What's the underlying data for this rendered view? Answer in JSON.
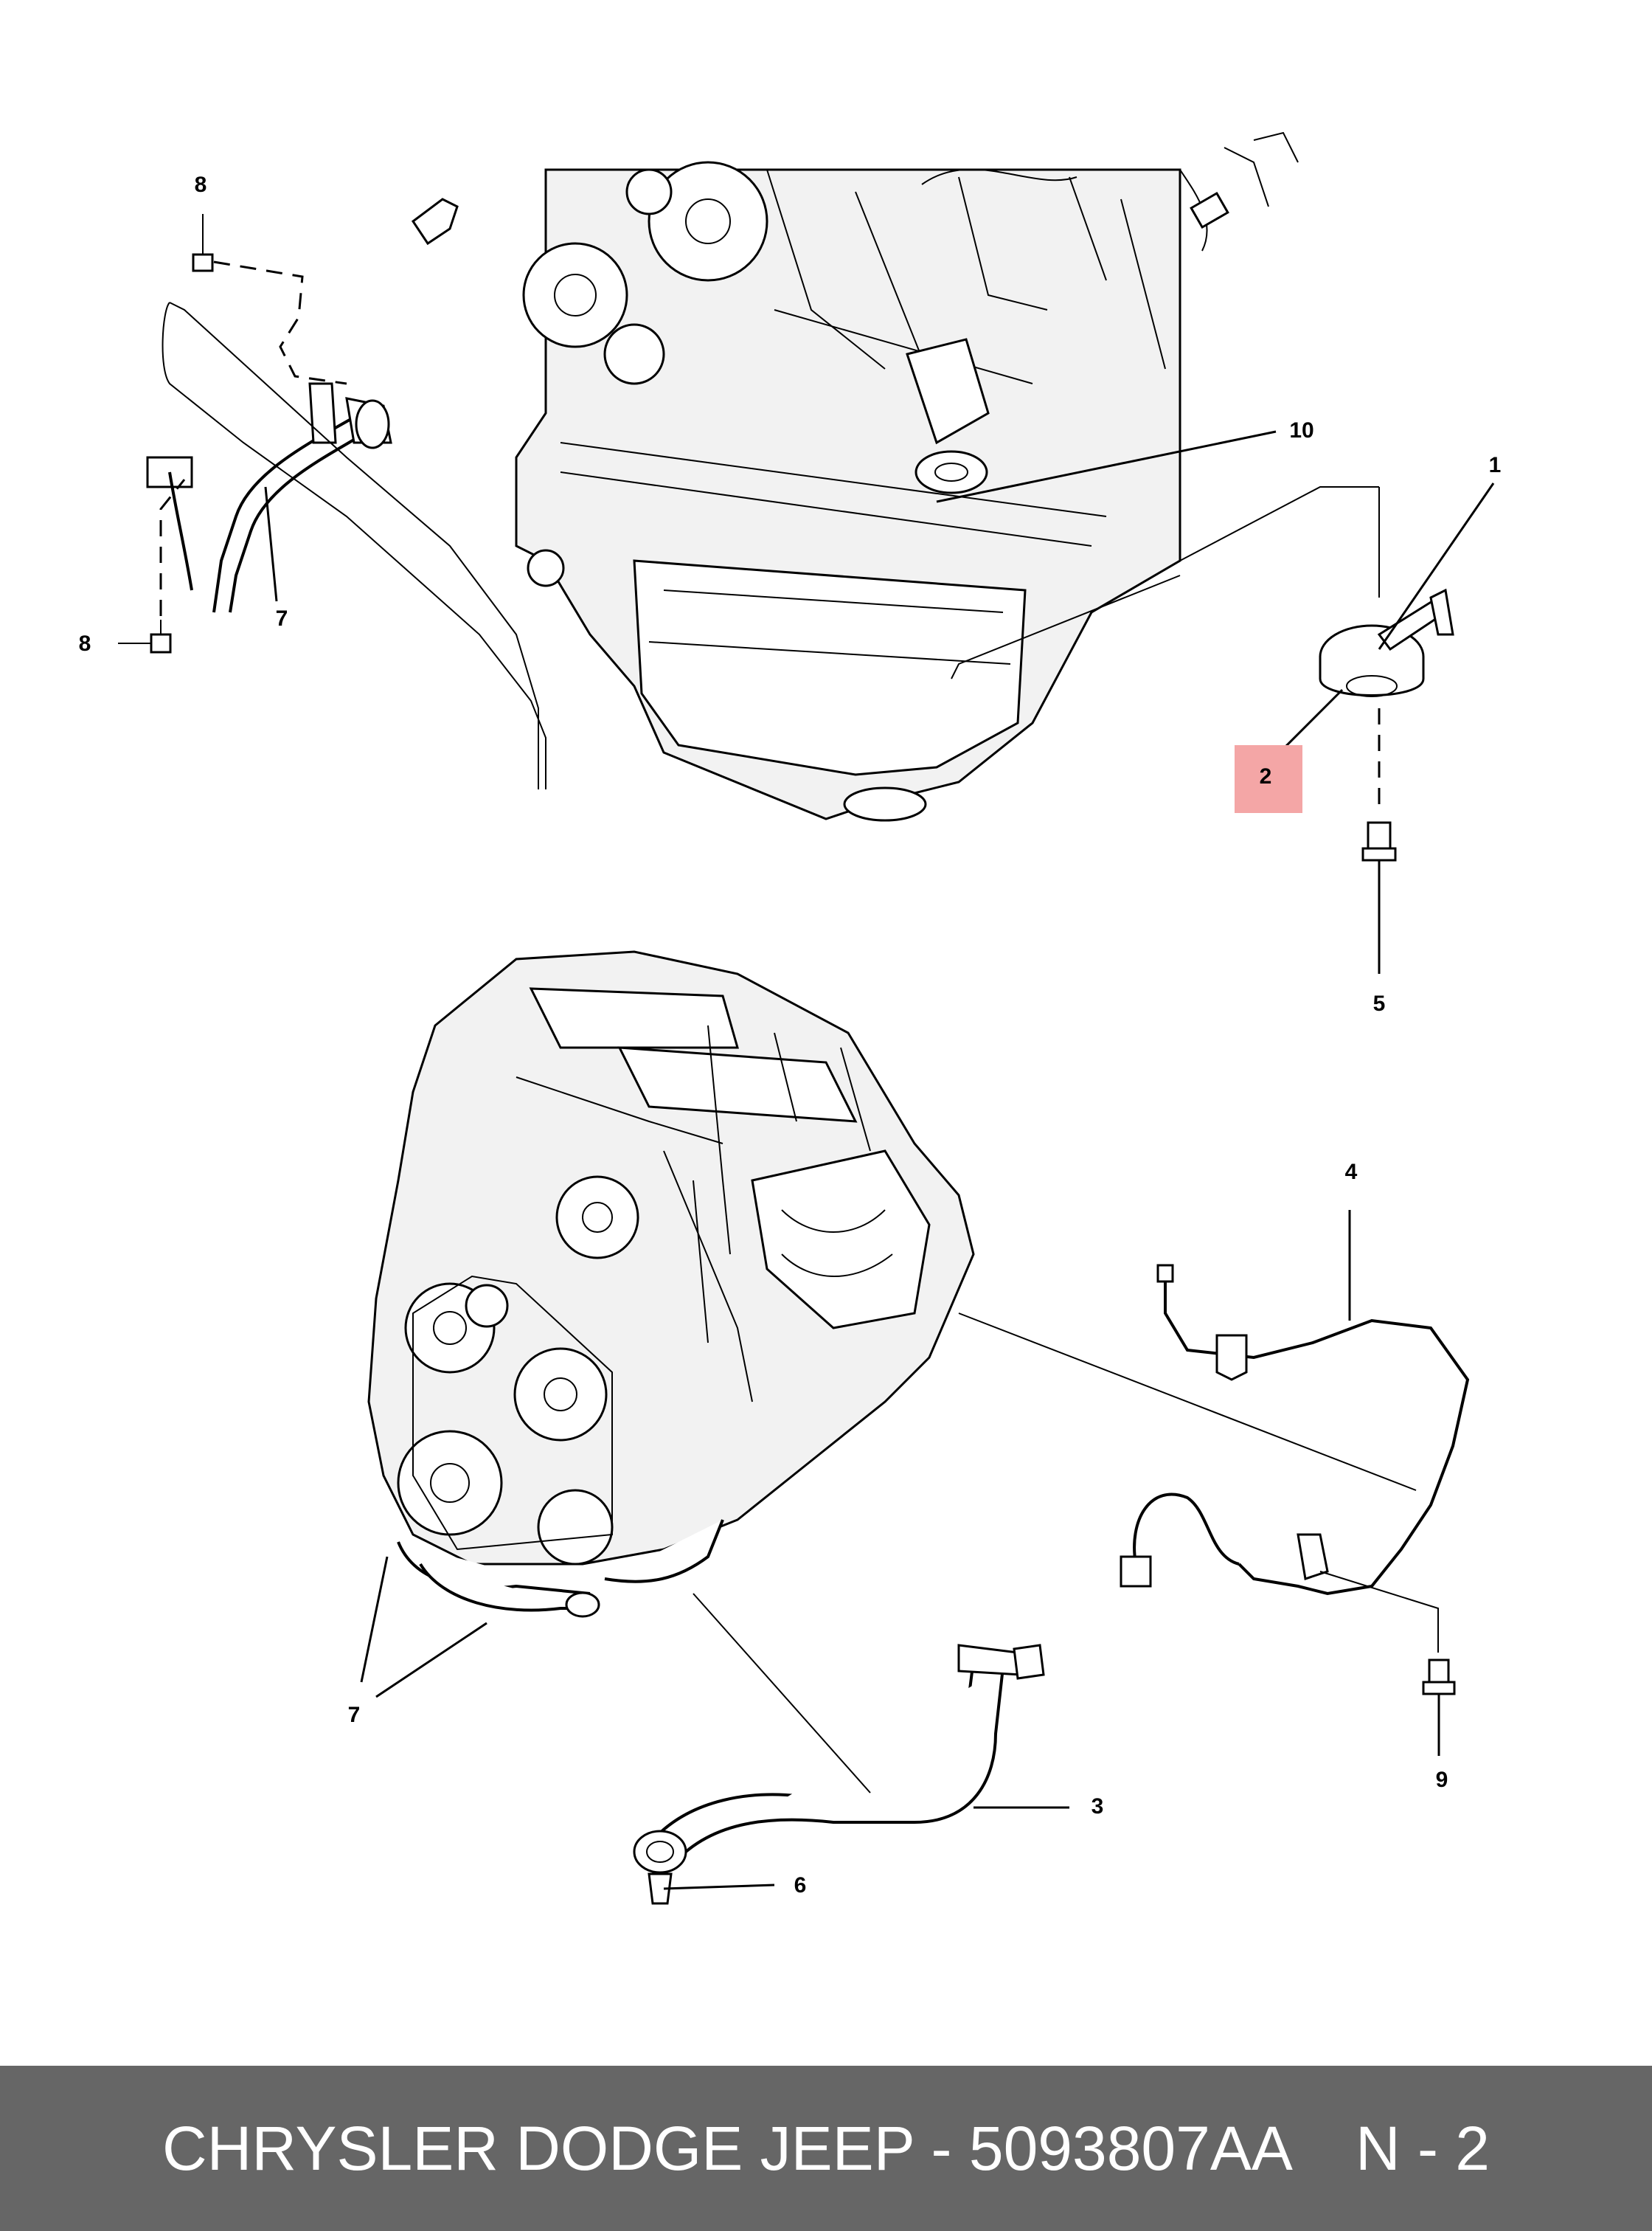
{
  "callouts": {
    "c1": "1",
    "c2": "2",
    "c3": "3",
    "c4": "4",
    "c5": "5",
    "c6": "6",
    "c7_top": "7",
    "c7_bottom": "7",
    "c8_top": "8",
    "c8_left": "8",
    "c9": "9",
    "c10": "10"
  },
  "highlight_color": "#f4a6a6",
  "footer": {
    "title": "CHRYSLER DODGE JEEP - 5093807AA",
    "page": "N - 2",
    "background": "#666666"
  }
}
